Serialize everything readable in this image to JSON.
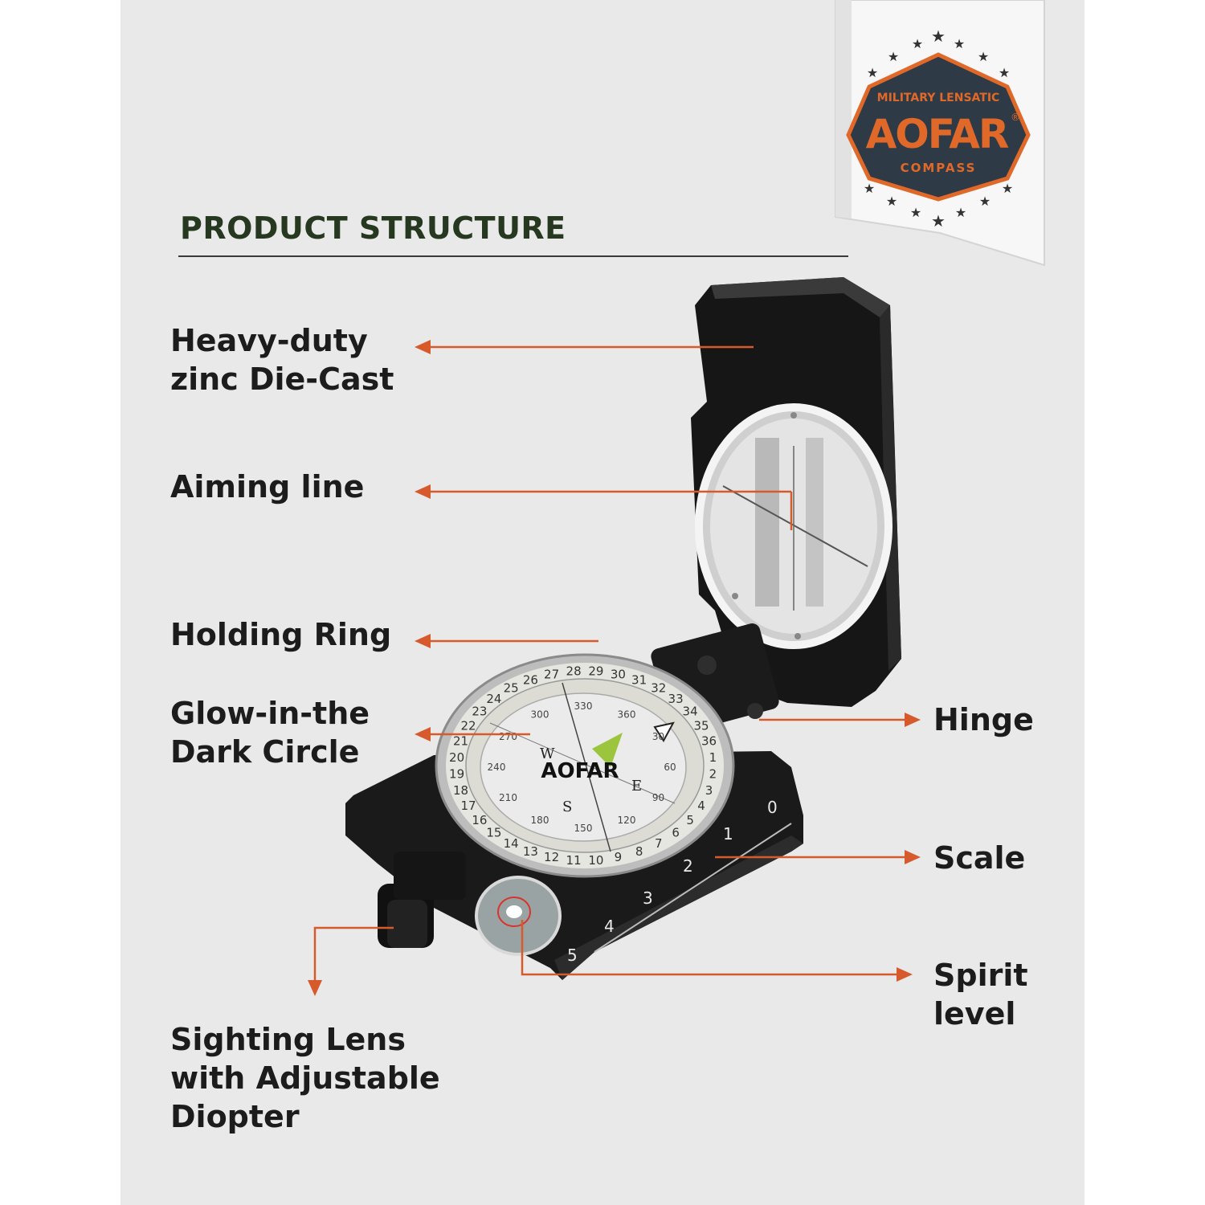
{
  "heading": "PRODUCT STRUCTURE",
  "badge": {
    "top_text": "MILITARY LENSATIC",
    "brand": "AOFAR",
    "registered": "®",
    "bottom_text": "COMPASS"
  },
  "callouts": {
    "die_cast": "Heavy-duty\nzinc Die-Cast",
    "aiming_line": "Aiming line",
    "holding_ring": "Holding Ring",
    "glow_circle": "Glow-in-the\nDark Circle",
    "sighting_lens": "Sighting Lens\nwith Adjustable\nDiopter",
    "hinge": "Hinge",
    "scale": "Scale",
    "spirit_level": "Spirit\nlevel"
  },
  "compass": {
    "dial_brand": "AOFAR",
    "outer_ring": [
      "24",
      "25",
      "26",
      "27",
      "28",
      "29",
      "30",
      "31",
      "32",
      "33",
      "34",
      "35",
      "36",
      "1",
      "2",
      "3",
      "4",
      "5",
      "6",
      "7",
      "8",
      "9",
      "10",
      "11",
      "12",
      "13",
      "14",
      "15",
      "16",
      "17",
      "18",
      "19",
      "20",
      "21",
      "22",
      "23"
    ],
    "inner_degrees": [
      "300",
      "330",
      "360",
      "30",
      "60",
      "90",
      "120",
      "150",
      "180",
      "210",
      "240",
      "270"
    ],
    "cardinals": [
      "W",
      "E",
      "S"
    ],
    "ruler_marks": [
      "0",
      "1",
      "2",
      "3",
      "4",
      "5"
    ]
  },
  "colors": {
    "arrow": "#d65a2c",
    "panel": "#e9e9e9",
    "heading": "#26381f",
    "badge_orange": "#e0692a",
    "badge_dark": "#2e3a45"
  }
}
